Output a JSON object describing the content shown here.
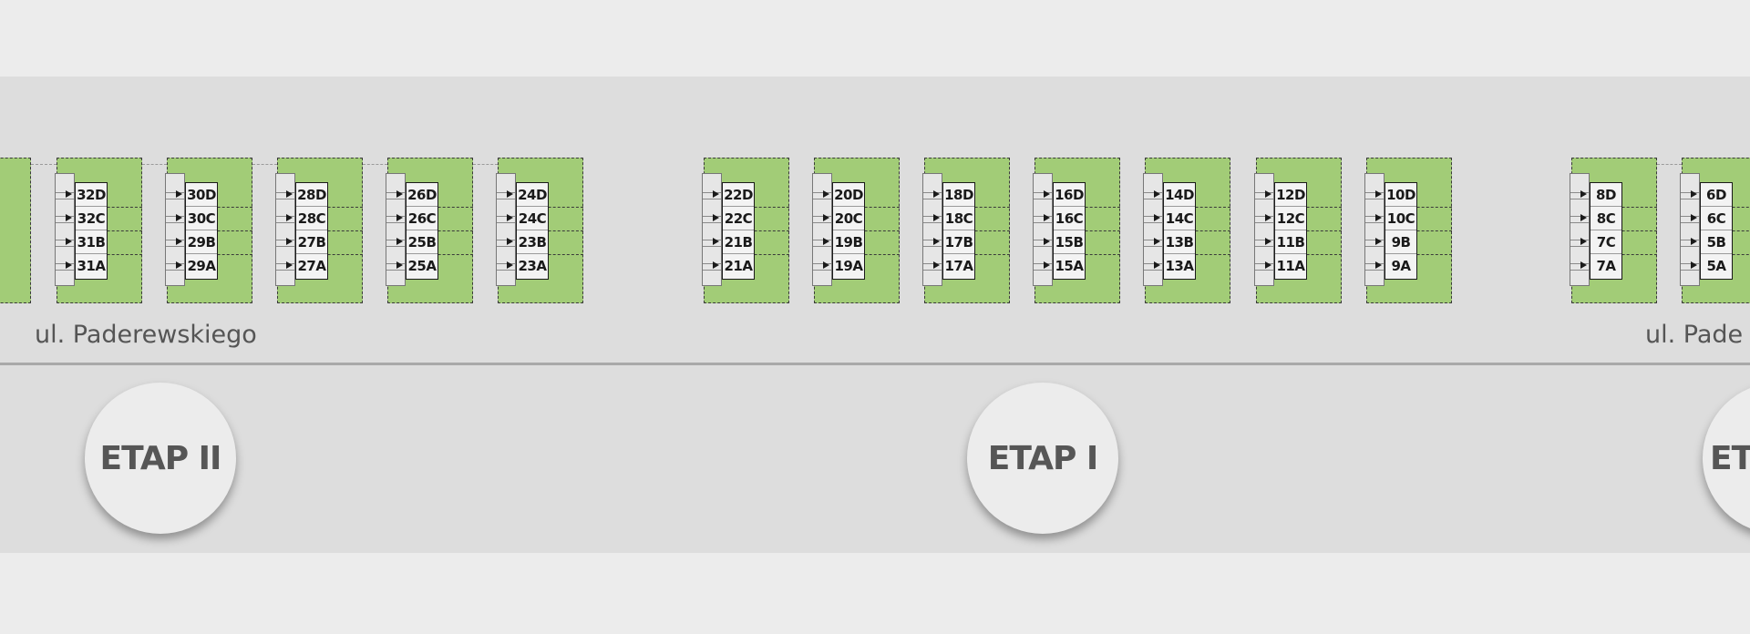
{
  "street_label": "ul. Paderewskiego",
  "street_label_cut": "ul. Pade",
  "stages": [
    {
      "label": "ETAP II"
    },
    {
      "label": "ETAP I"
    },
    {
      "label": "ET"
    }
  ],
  "buildings": [
    {
      "units": [
        "32D",
        "32C",
        "31B",
        "31A"
      ]
    },
    {
      "units": [
        "30D",
        "30C",
        "29B",
        "29A"
      ]
    },
    {
      "units": [
        "28D",
        "28C",
        "27B",
        "27A"
      ]
    },
    {
      "units": [
        "26D",
        "26C",
        "25B",
        "25A"
      ]
    },
    {
      "units": [
        "24D",
        "24C",
        "23B",
        "23A"
      ]
    },
    {
      "units": [
        "22D",
        "22C",
        "21B",
        "21A"
      ]
    },
    {
      "units": [
        "20D",
        "20C",
        "19B",
        "19A"
      ]
    },
    {
      "units": [
        "18D",
        "18C",
        "17B",
        "17A"
      ]
    },
    {
      "units": [
        "16D",
        "16C",
        "15B",
        "15A"
      ]
    },
    {
      "units": [
        "14D",
        "14C",
        "13B",
        "13A"
      ]
    },
    {
      "units": [
        "12D",
        "12C",
        "11B",
        "11A"
      ]
    },
    {
      "units": [
        "10D",
        "10C",
        "9B",
        "9A"
      ]
    },
    {
      "units": [
        "8D",
        "8C",
        "7C",
        "7A"
      ]
    },
    {
      "units": [
        "6D",
        "6C",
        "5B",
        "5A"
      ]
    }
  ],
  "colors": {
    "plot": "#a2cc77",
    "band": "#dddddd",
    "background": "#ececec",
    "text": "#555555"
  }
}
